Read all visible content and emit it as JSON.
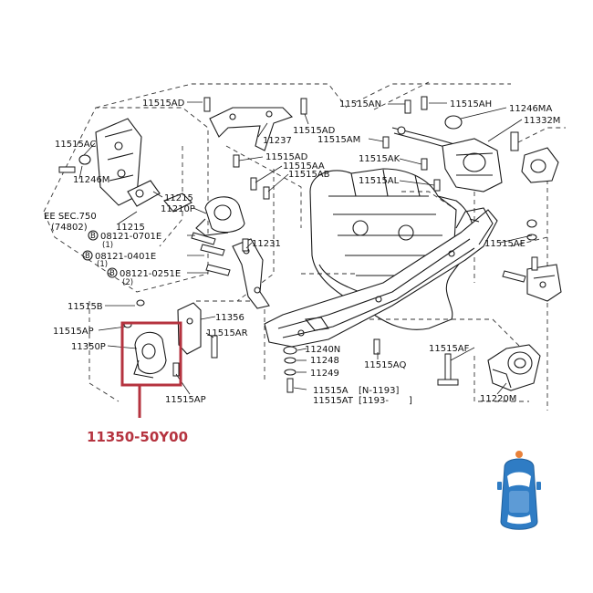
{
  "labels": {
    "l11515AD_top": "11515AD",
    "l11237": "11237",
    "l11515AD_mid": "11515AD",
    "l11515AN": "11515AN",
    "l11515AH": "11515AH",
    "l11246MA": "11246MA",
    "l11332M": "11332M",
    "l11515AM": "11515AM",
    "l11515AC": "11515AC",
    "l11246M": "11246M",
    "l11515AD_2": "11515AD",
    "l11515AA": "11515AA",
    "l11515AB": "11515AB",
    "l11515AK": "11515AK",
    "l11515AL": "11515AL",
    "l11215_a": "11215",
    "l11210P": "11210P",
    "l11215_b": "11215",
    "lSEE": "EE SEC.750",
    "l74802": "(74802)",
    "lB1": "08121-0701E",
    "lB1q": "(1)",
    "lB2": "08121-0401E",
    "lB2q": "(1)",
    "lB3": "08121-0251E",
    "lB3q": "(2)",
    "l11231": "11231",
    "l11515AE": "11515AE",
    "l11515B": "11515B",
    "l11356": "11356",
    "l11515AP_1": "11515AP",
    "l11515AR": "11515AR",
    "l11350P": "11350P",
    "l11515AP_2": "11515AP",
    "l11240N": "11240N",
    "l11248": "11248",
    "l11249": "11249",
    "l11515AQ": "11515AQ",
    "l11515AF": "11515AF",
    "l11515A": "11515A",
    "lN1193": "[N-1193]",
    "l11515AT": "11515AT",
    "l1193": "[1193-",
    "l1193end": "]",
    "l11220M": "11220M"
  },
  "callout": {
    "part_number": "11350-50Y00",
    "color": "#b5333f"
  },
  "car_icon": {
    "body_color": "#2f7cc4",
    "marker_color": "#e8813a"
  }
}
